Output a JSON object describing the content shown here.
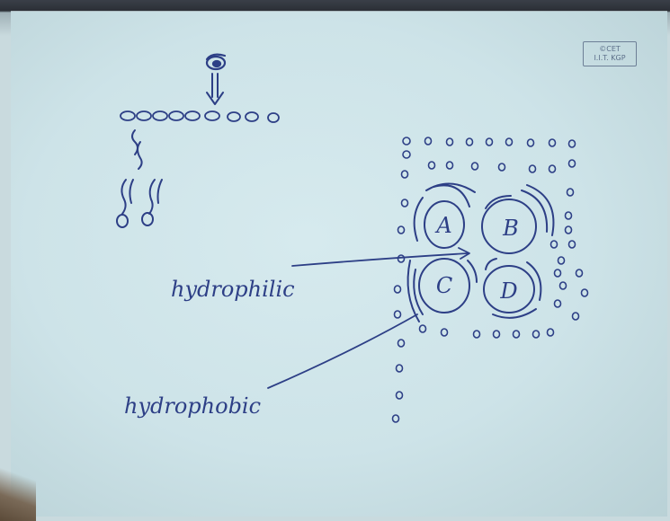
{
  "stamp": {
    "line1": "©CET",
    "line2": "I.I.T. KGP"
  },
  "labels": {
    "hydrophilic": "hydrophilic",
    "hydrophobic": "hydrophobic"
  },
  "circles": [
    "A",
    "B",
    "C",
    "D"
  ],
  "colors": {
    "ink": "#2d3f86",
    "paper": "#cde3e8"
  }
}
